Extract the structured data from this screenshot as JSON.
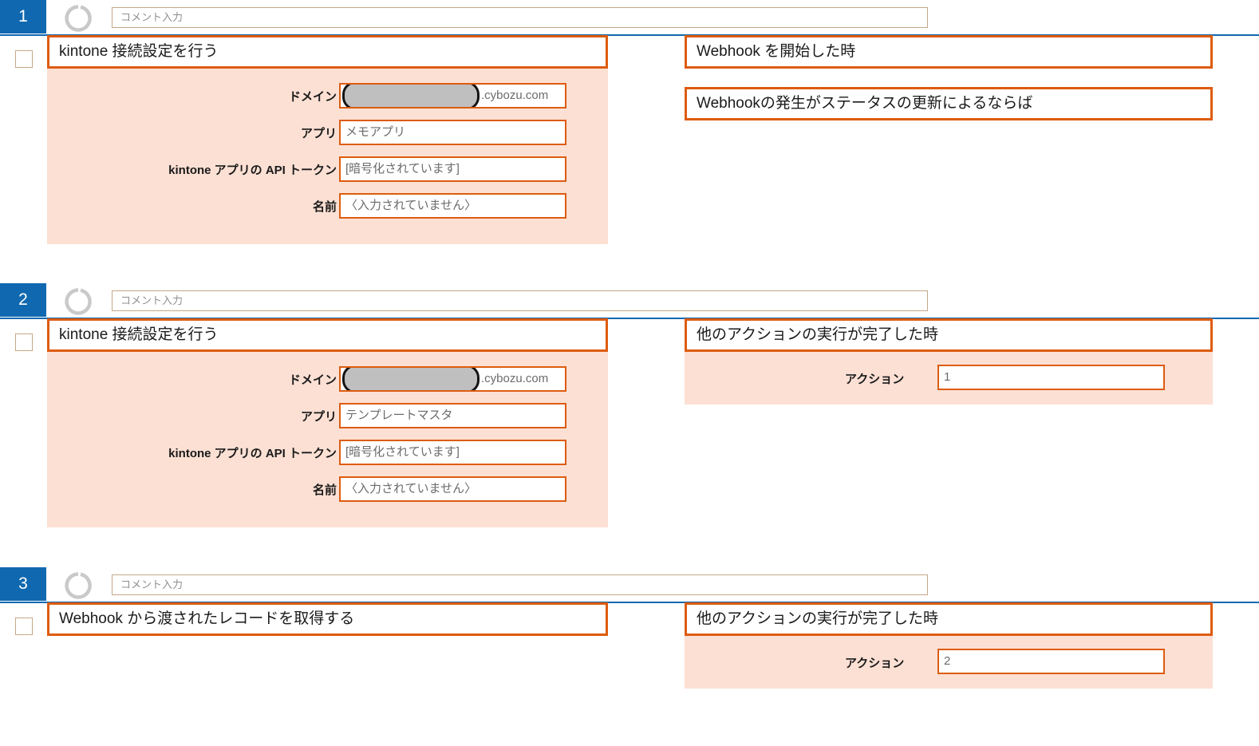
{
  "comment_placeholder": "コメント入力",
  "labels": {
    "domain": "ドメイン",
    "app": "アプリ",
    "api_token": "kintone アプリの API トークン",
    "name": "名前",
    "action": "アクション"
  },
  "icons": {
    "spinner": "spinner-ring-icon",
    "checkbox": "row-checkbox"
  },
  "colors": {
    "badge_blue": "#1069b0",
    "rule_blue": "#1069b0",
    "accent_orange": "#dd5c10",
    "panel_pink": "#fce0d4",
    "input_border_tan": "#c4a887",
    "redaction_gray": "#bfbfbf"
  },
  "steps": [
    {
      "number": "1",
      "comment": "コメント入力",
      "action_title": "kintone 接続設定を行う",
      "params": [
        {
          "label": "ドメイン",
          "value": ".cybozu.com",
          "redacted": true
        },
        {
          "label": "アプリ",
          "value": "メモアプリ",
          "redacted": false
        },
        {
          "label": "kintone アプリの API トークン",
          "value": "[暗号化されています]",
          "redacted": false
        },
        {
          "label": "名前",
          "value": "〈入力されていません〉",
          "redacted": false
        }
      ],
      "trigger_title": "Webhook を開始した時",
      "condition": "Webhookの発生がステータスの更新によるならば",
      "trigger_params": []
    },
    {
      "number": "2",
      "comment": "コメント入力",
      "action_title": "kintone 接続設定を行う",
      "params": [
        {
          "label": "ドメイン",
          "value": ".cybozu.com",
          "redacted": true
        },
        {
          "label": "アプリ",
          "value": "テンプレートマスタ",
          "redacted": false
        },
        {
          "label": "kintone アプリの API トークン",
          "value": "[暗号化されています]",
          "redacted": false
        },
        {
          "label": "名前",
          "value": "〈入力されていません〉",
          "redacted": false
        }
      ],
      "trigger_title": "他のアクションの実行が完了した時",
      "condition": null,
      "trigger_params": [
        {
          "label": "アクション",
          "value": "1"
        }
      ]
    },
    {
      "number": "3",
      "comment": "コメント入力",
      "action_title": "Webhook から渡されたレコードを取得する",
      "params": [],
      "trigger_title": "他のアクションの実行が完了した時",
      "condition": null,
      "trigger_params": [
        {
          "label": "アクション",
          "value": "2"
        }
      ]
    }
  ]
}
